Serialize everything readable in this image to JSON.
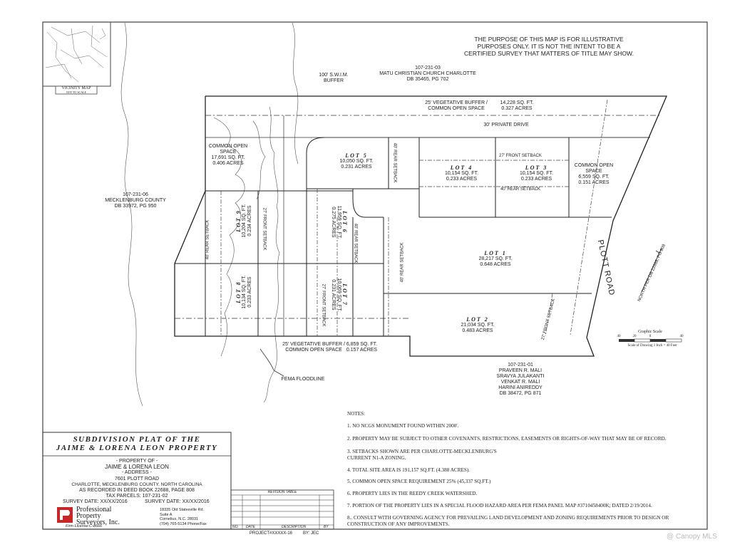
{
  "disclaimer": {
    "line1": "THE PURPOSE OF THIS MAP IS FOR ILLUSTRATIVE",
    "line2": "PURPOSES ONLY. IT IS NOT THE INTENT TO BE A",
    "line3": "CERTIFIED SURVEY THAT MATTERS OF TITLE MAY SHOW."
  },
  "vicinity": {
    "label": "VICINITY MAP",
    "sub": "NOT TO SCALE"
  },
  "adjacent": {
    "north": {
      "id": "107-231-03",
      "owner": "MATU CHRISTIAN CHURCH CHARLOTTE",
      "deed": "DB 35465, PG 702"
    },
    "west": {
      "id": "107-231-06",
      "owner": "MECKLENBURG COUNTY",
      "deed": "DB 33972, PG 950"
    },
    "south": {
      "id": "107-231-01",
      "owner1": "PRAVEEN R. MALI",
      "owner2": "SRAVYA JULAKANTI",
      "owner3": "VENKAT R. MALI",
      "owner4": "HARINI ANIREDDY",
      "deed": "DB 38472, PG 871"
    }
  },
  "swim_buffer": {
    "line1": "100' S.W.I.M.",
    "line2": "BUFFER"
  },
  "buffers": {
    "north": {
      "line1": "25' VEGETATIVE BUFFER /",
      "line2": "COMMON OPEN SPACE",
      "sqft": "14,228 SQ. FT.",
      "acres": "0.327 ACRES"
    },
    "south": {
      "line1": "25' VEGETATIVE BUFFER /",
      "line2": "COMMON OPEN SPACE",
      "sqft": "6,859 SQ. FT.",
      "acres": "0.157 ACRES"
    }
  },
  "private_drive": "30' PRIVATE DRIVE",
  "open_space_west": {
    "line1": "COMMON OPEN",
    "line2": "SPACE",
    "sqft": "17,691 SQ. FT.",
    "acres": "0.406 ACRES"
  },
  "open_space_east": {
    "line1": "COMMON OPEN",
    "line2": "SPACE",
    "sqft": "6,559 SQ. FT.",
    "acres": "0.151 ACRES"
  },
  "lots": [
    {
      "name": "LOT 5",
      "sqft": "10,050 SQ. FT.",
      "acres": "0.231 ACRES"
    },
    {
      "name": "LOT 4",
      "sqft": "10,154 SQ. FT.",
      "acres": "0.233 ACRES"
    },
    {
      "name": "LOT 3",
      "sqft": "10,154 SQ. FT.",
      "acres": "0.233 ACRES"
    },
    {
      "name": "LOT 9",
      "sqft": "10,204 SQ. FT.",
      "acres": "0.234 ACRES"
    },
    {
      "name": "LOT 6",
      "sqft": "11,959 SQ. FT.",
      "acres": "0.275 ACRES"
    },
    {
      "name": "LOT 1",
      "sqft": "28,217 SQ. FT.",
      "acres": "0.648 ACRES"
    },
    {
      "name": "LOT 8",
      "sqft": "10,134 SQ. FT.",
      "acres": "0.233 ACRES"
    },
    {
      "name": "LOT 7",
      "sqft": "10,069 SQ. FT.",
      "acres": "0.231 ACRES"
    },
    {
      "name": "LOT 2",
      "sqft": "21,034 SQ. FT.",
      "acres": "0.483 ACRES"
    }
  ],
  "setbacks": {
    "front": "27' FRONT SETBACK",
    "rear": "40' REAR SETBACK"
  },
  "road": "PLOTT ROAD",
  "north_arrow": "NORTH PER DB 22688, PG 808",
  "graphic_scale": {
    "title": "Graphic Scale",
    "t0": "40",
    "t1": "20",
    "t2": "0",
    "t3": "40",
    "caption": "Scale of Drawing 1 Inch = 40 Feet"
  },
  "fema": "FEMA FLOODLINE",
  "notes": {
    "heading": "NOTES:",
    "items": [
      "1. NO NCGS MONUMENT FOUND WITHIN 2000'.",
      "2. PROPERTY MAY BE SUBJECT TO OTHER COVENANTS, RESTRICTIONS, EASEMENTS OR RIGHTS-OF-WAY THAT MAY BE OF RECORD.",
      "3. SETBACKS SHOWN ARE PER CHARLOTTE-MECKLENBURG'S",
      "CURRENT N1-A ZONING.",
      "4. TOTAL SITE AREA IS 191,157 SQ.FT. (4.388 ACRES).",
      "5. COMMON OPEN SPACE REQUIREMENT 25% (45,337 SQ.FT.)",
      "6. PROPERTY LIES IN THE REEDY CREEK WATERSHED.",
      "7. PORTION OF THE PROPERTY LIES IN A SPECIAL FLOOD HAZARD AREA PER FEMA PANEL MAP #3710458400K; DATED 2/19/2014.",
      "8.. CONSULT WITH GOVERNING AGENCY FOR PREVAILING LAND DEVELOPMENT AND ZONING REQUIREMENTS PRIOR TO DESIGN OR",
      "CONSTRUCTION OF ANY IMPROVEMENTS."
    ]
  },
  "title_block": {
    "title1": "SUBDIVISION PLAT OF THE",
    "title2": "JAIME & LORENA LEON PROPERTY",
    "property_of": "- PROPERTY OF -",
    "owner": "JAIME & LORENA LEON",
    "address_label": "- ADDRESS -",
    "address": "7601 PLOTT ROAD",
    "city": "CHARLOTTE, MECKLENBURG COUNTY, NORTH CAROLINA",
    "deed": "AS RECORDED IN DEED BOOK 22688, PAGE 808",
    "tax": "TAX PARCELS: 107-231-02",
    "survey_date1": "SURVEY DATE: XX/XX/2016",
    "survey_date2": "SURVEY DATE: XX/XX/2016",
    "company1": "Professional",
    "company2": "Property",
    "company3": "Surveyors, Inc.",
    "license": "Firm License:C-3666",
    "addr1": "18335 Old Statesville Rd.",
    "addr2": "Suite A",
    "addr3": "Cornelius, N.C. 28031",
    "phone": "(704) 765-5134 Phone/Fax",
    "revision_title": "REVISION TABLE",
    "rev_no": "NO.",
    "rev_date": "DATE",
    "rev_desc": "DESCRIPTION",
    "rev_by": "BY",
    "project": "PROJECT#XXXXX-16",
    "by": "BY: JEC"
  },
  "watermark": "@ Canopy MLS"
}
